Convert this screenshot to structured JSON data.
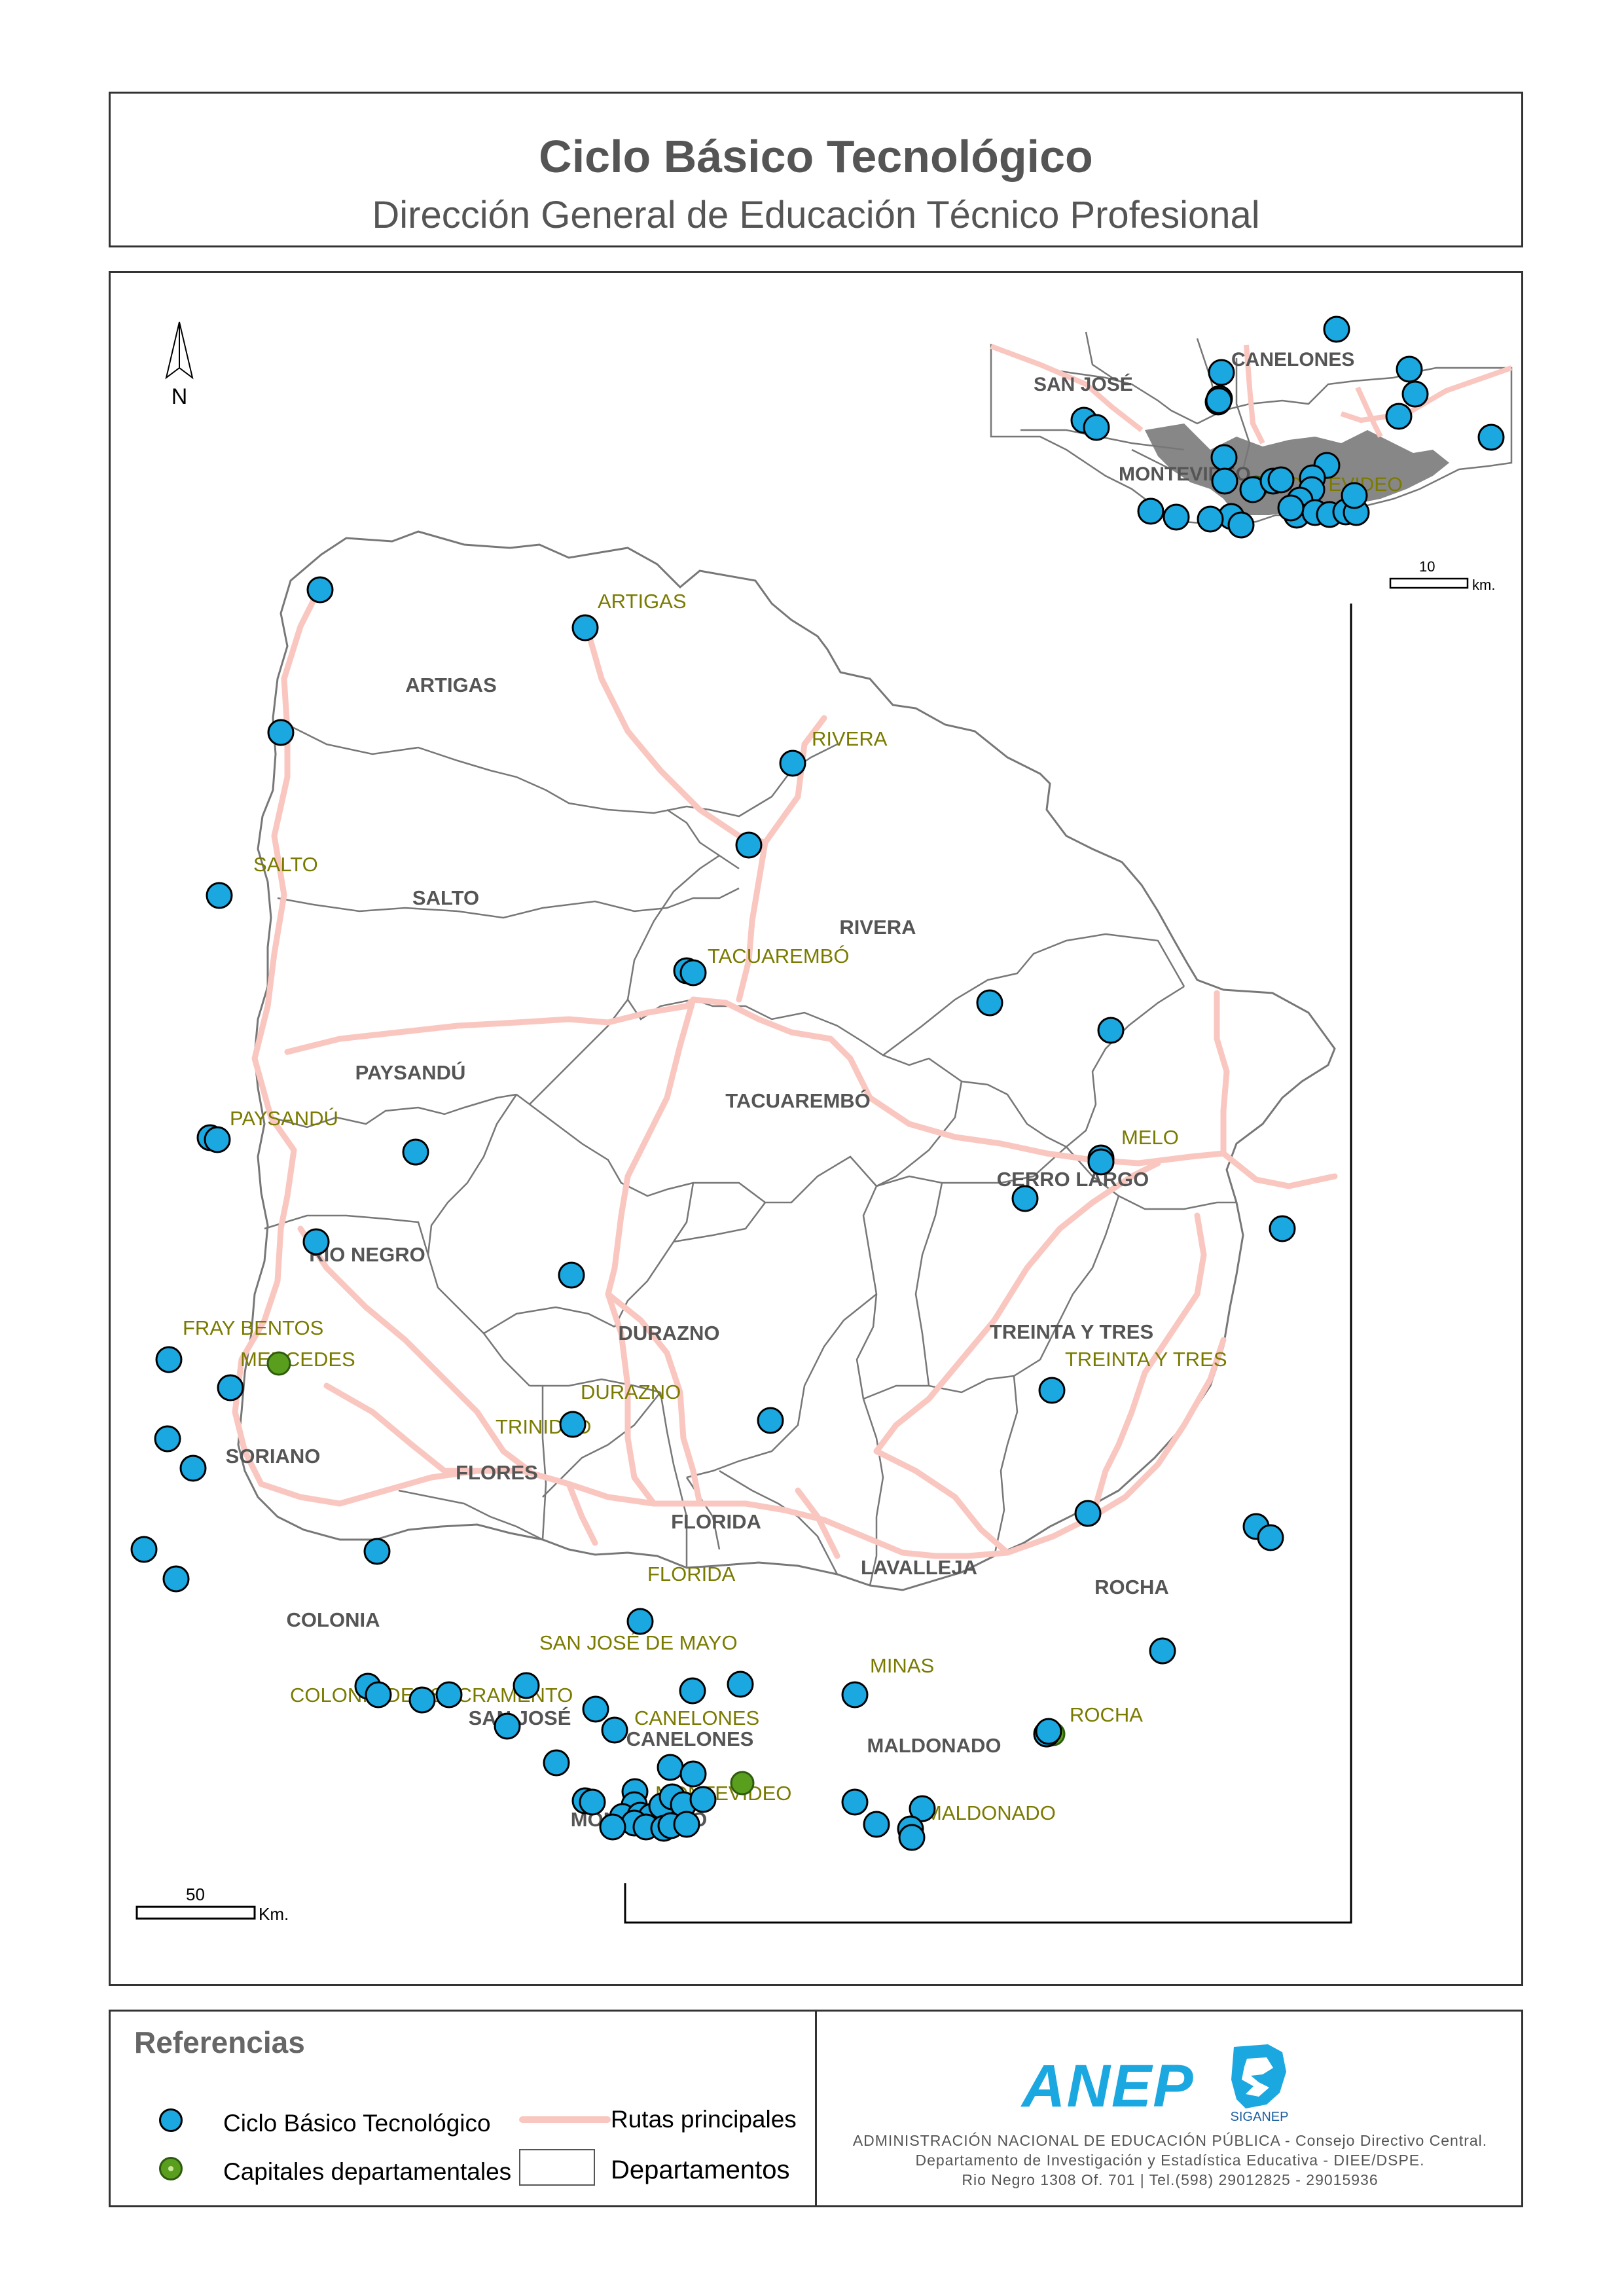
{
  "header": {
    "title": "Ciclo Básico Tecnológico",
    "subtitle": "Dirección General de Educación Técnico Profesional"
  },
  "map": {
    "north_label": "N",
    "scale_bar_label": "50",
    "scale_bar_unit": "Km.",
    "inset_scale_label": "10",
    "inset_scale_unit": "km.",
    "colors": {
      "ciclo_basico_dot": "#1ba7e0",
      "capital_dot": "#5a9e1e",
      "road": "#f9c7c0",
      "department_border": "#777777",
      "urban_area": "#7a7a7a",
      "department_label": "#555555",
      "capital_label": "#7a7a00"
    },
    "departments": [
      "ARTIGAS",
      "SALTO",
      "RIVERA",
      "PAYSANDÚ",
      "TACUAREMBÓ",
      "CERRO LARGO",
      "RIO NEGRO",
      "DURAZNO",
      "TREINTA Y TRES",
      "SORIANO",
      "FLORES",
      "FLORIDA",
      "LAVALLEJA",
      "ROCHA",
      "COLONIA",
      "SAN JOSÉ",
      "CANELONES",
      "MALDONADO",
      "MONTEVIDEO"
    ],
    "capitals": [
      "ARTIGAS",
      "RIVERA",
      "SALTO",
      "TACUAREMBÓ",
      "PAYSANDÚ",
      "MELO",
      "FRAY BENTOS",
      "MERCEDES",
      "DURAZNO",
      "TREINTA Y TRES",
      "TRINIDAD",
      "FLORIDA",
      "SAN JOSÉ DE MAYO",
      "MINAS",
      "COLONIA DEL SACRAMENTO",
      "CANELONES",
      "ROCHA",
      "MONTEVIDEO",
      "MALDONADO"
    ],
    "inset": {
      "departments": [
        "SAN JOSÉ",
        "CANELONES",
        "MONTEVIDEO"
      ],
      "capitals": [
        "MONTEVIDEO"
      ]
    }
  },
  "legend": {
    "title": "Referencias",
    "items": {
      "ciclo_basico": "Ciclo Básico Tecnológico",
      "capitales": "Capitales departamentales",
      "rutas": "Rutas principales",
      "departamentos": "Departamentos"
    },
    "logo_text": "ANEP",
    "logo2_text": "SIGANEP",
    "institution": [
      "ADMINISTRACIÓN NACIONAL DE EDUCACIÓN PÚBLICA - Consejo Directivo Central.",
      "Departamento de Investigación y Estadística Educativa - DIEE/DSPE.",
      "Rio Negro 1308 Of. 701 | Tel.(598) 29012825 - 29015936"
    ]
  }
}
